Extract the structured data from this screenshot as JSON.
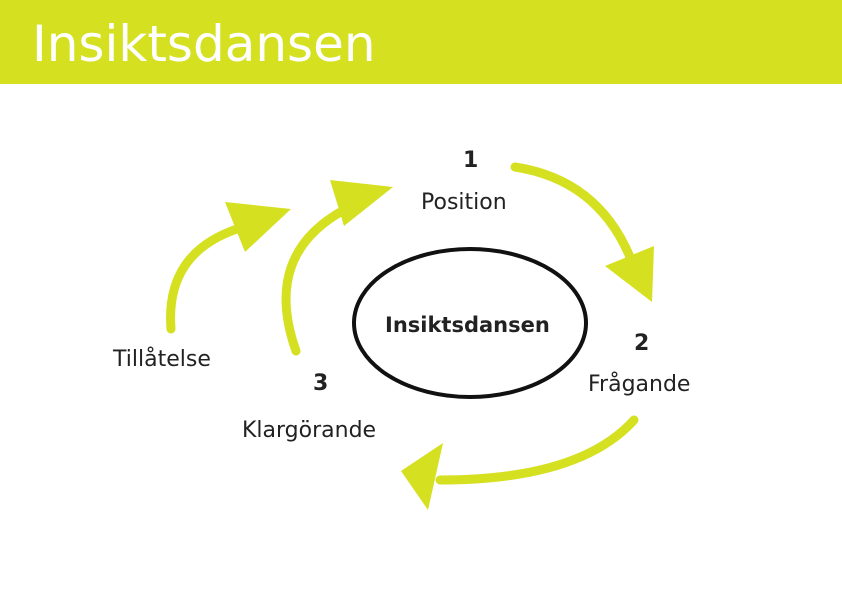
{
  "header": {
    "title": "Insiktsdansen",
    "background_color": "#d5e021",
    "text_color": "#ffffff"
  },
  "diagram": {
    "center": {
      "label": "Insiktsdansen",
      "shape": "ellipse"
    },
    "steps": [
      {
        "number": "1",
        "label": "Position"
      },
      {
        "number": "2",
        "label": "Frågande"
      },
      {
        "number": "3",
        "label": "Klargörande"
      }
    ],
    "side_label": "Tillåtelse",
    "arrow_color": "#d5e021",
    "outline_color": "#111111"
  }
}
